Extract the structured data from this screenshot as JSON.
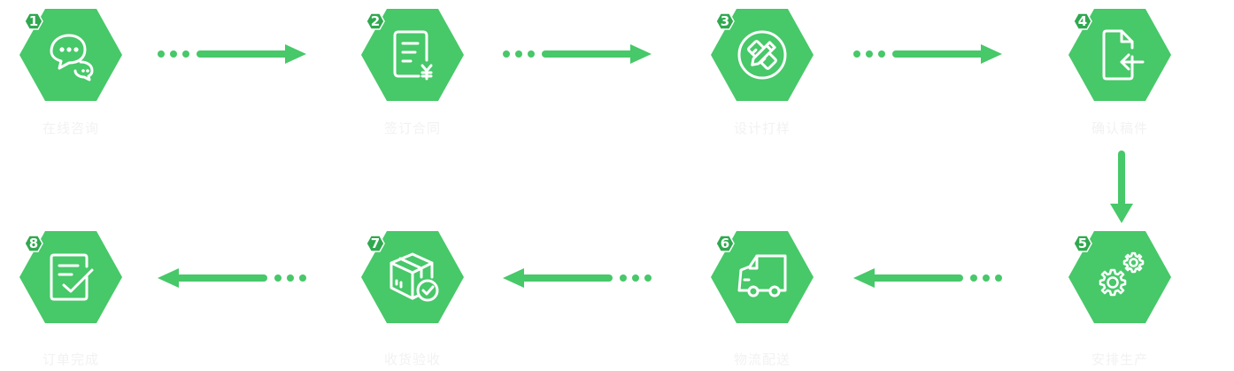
{
  "colors": {
    "accent": "#47c869",
    "accent_dark": "#2fa94f",
    "label": "#f2f2f2"
  },
  "steps": [
    {
      "number": "1",
      "icon": "chat-bubbles-icon",
      "label": "在线咨询"
    },
    {
      "number": "2",
      "icon": "quotation-document-icon",
      "label": "签订合同"
    },
    {
      "number": "3",
      "icon": "design-tools-icon",
      "label": "设计打样"
    },
    {
      "number": "4",
      "icon": "file-import-icon",
      "label": "确认稿件"
    },
    {
      "number": "5",
      "icon": "gears-icon",
      "label": "安排生产"
    },
    {
      "number": "6",
      "icon": "delivery-truck-icon",
      "label": "物流配送"
    },
    {
      "number": "7",
      "icon": "package-check-icon",
      "label": "收货验收"
    },
    {
      "number": "8",
      "icon": "checklist-icon",
      "label": "订单完成"
    }
  ]
}
